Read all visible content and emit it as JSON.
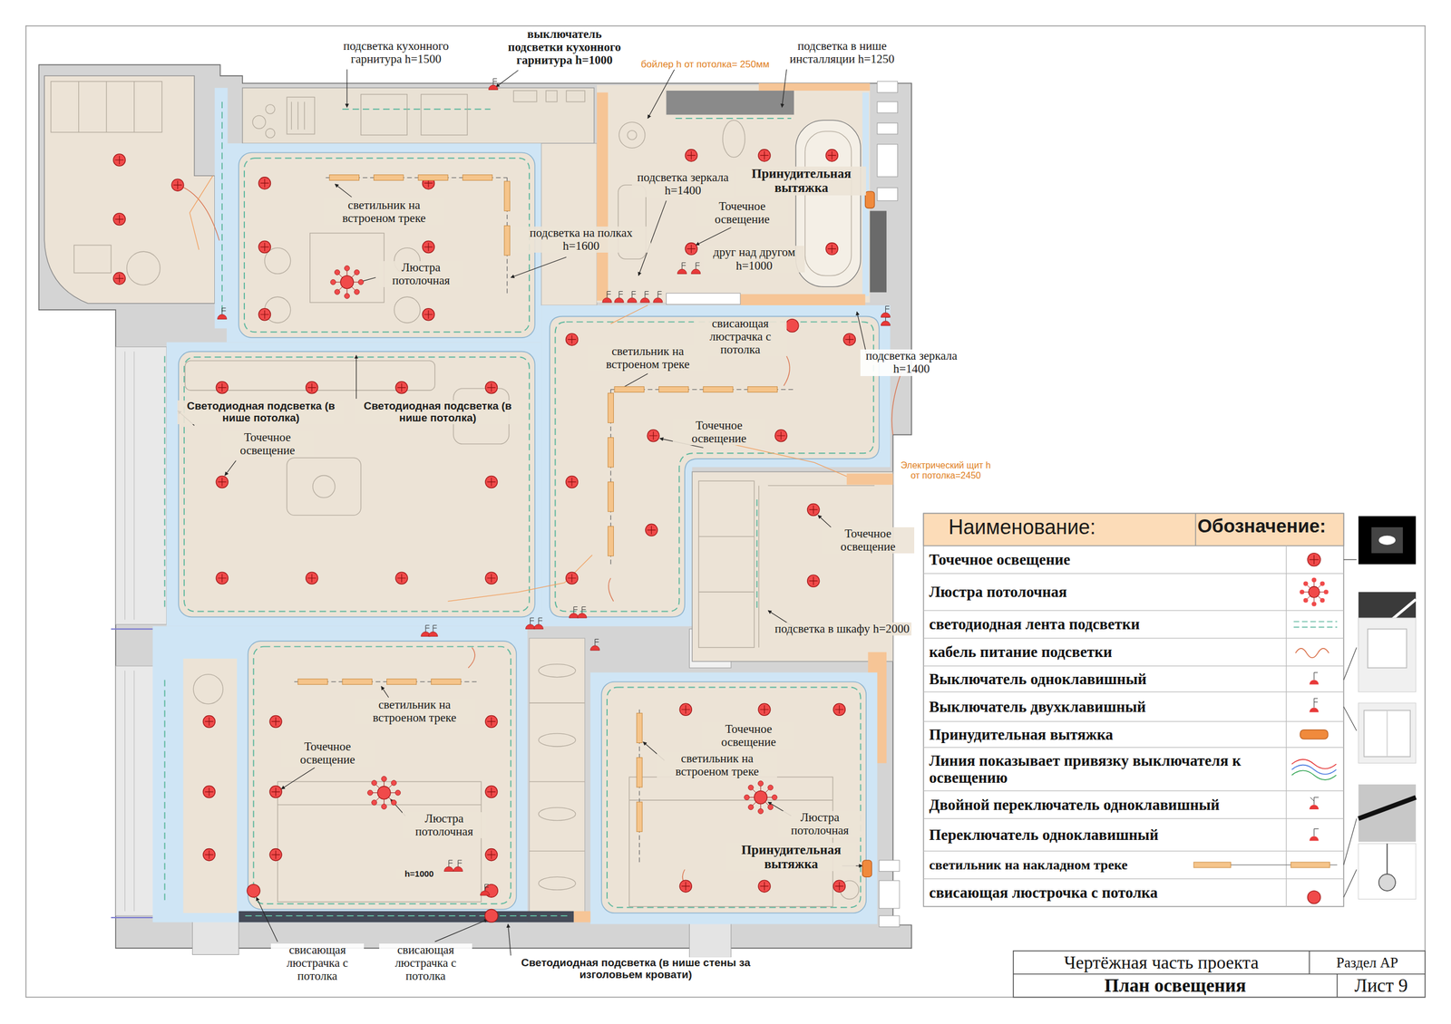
{
  "diagram": {
    "nodes": [
      {
        "text": [
          "Чертёжная часть проекта"
        ]
      },
      {
        "text": [
          "Раздел АР"
        ]
      },
      {
        "text": [
          "План освещения"
        ]
      },
      {
        "text": [
          "Лист 9"
        ]
      }
    ],
    "labels": [
      "подсветка кухонного гарнитура h=1500",
      "выключатель подсветки кухонного гарнитура h=1000",
      "бойлер h от потолка= 250мм",
      "подсветка в нише инсталляции h=1250",
      "Принудительная вытяжка",
      "подсветка зеркала h=1400",
      "Точечное освещение",
      "друг над другом h=1000",
      "светильник на встроеном треке",
      "Люстра потолочная",
      "подсветка на полках h=1600",
      "свисающая люстрачка с потолка",
      "подсветка зеркала h=1400",
      "светильник на встроеном треке",
      "Светодиодная подсветка (в нише потолка)",
      "Светодиодная подсветка (в нише потолка)",
      "Точечное освещение",
      "Точечное освещение",
      "Электрический щит h от потолка=2450",
      "Точечное освещение",
      "подсветка в шкафу h=2000",
      "светильник на встроеном треке",
      "Точечное освещение",
      "Люстра потолочная",
      "h=1000",
      "Точечное освещение",
      "светильник на встроеном треке",
      "Люстра потолочная",
      "Принудительная вытяжка",
      "свисающая люстрачка с потолка",
      "свисающая люстрачка с потолка",
      "Светодиодная подсветка (в нише стены за изголовьем кровати)",
      "Наименование:",
      "Обозначение:"
    ],
    "legend": [
      {
        "text": "Точечное освещение"
      },
      {
        "text": "Люстра потолочная"
      },
      {
        "text": "светодиодная лента подсветки"
      },
      {
        "text": "кабель питание подсветки"
      },
      {
        "text": "Выключатель одноклавишный"
      },
      {
        "text": "Выключатель двухклавишный"
      },
      {
        "text": "Принудительная вытяжка"
      },
      {
        "text": "Линия показывает привязку выключателя к освещению"
      },
      {
        "text": "Двойной переключатель одноклавишный"
      },
      {
        "text": "Переключатель одноклавишный"
      },
      {
        "text": "светильник на накладном треке"
      },
      {
        "text": "свисающая люстрочка с потолка"
      }
    ]
  }
}
